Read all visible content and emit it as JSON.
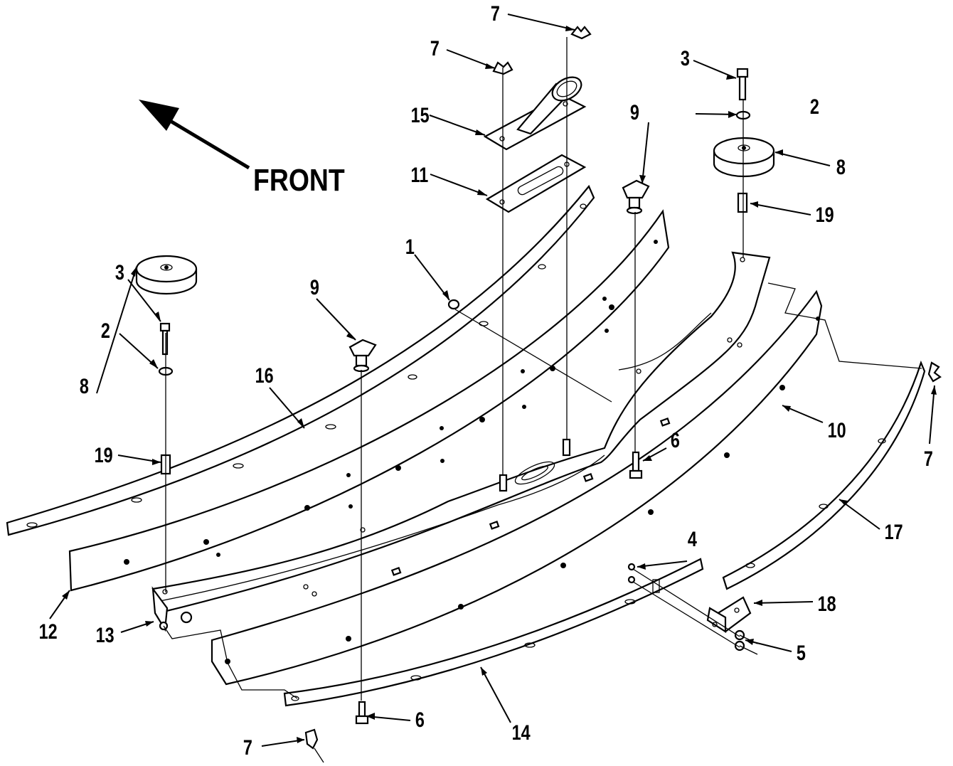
{
  "front_label": "FRONT",
  "callouts": {
    "c1": "1",
    "c2a": "2",
    "c2b": "2",
    "c3a": "3",
    "c3b": "3",
    "c4": "4",
    "c5": "5",
    "c6a": "6",
    "c6b": "6",
    "c7a": "7",
    "c7b": "7",
    "c7c": "7",
    "c7d": "7",
    "c8a": "8",
    "c8b": "8",
    "c9a": "9",
    "c9b": "9",
    "c10": "10",
    "c11": "11",
    "c12": "12",
    "c13": "13",
    "c14": "14",
    "c15": "15",
    "c16": "16",
    "c17": "17",
    "c18": "18",
    "c19a": "19",
    "c19b": "19"
  }
}
